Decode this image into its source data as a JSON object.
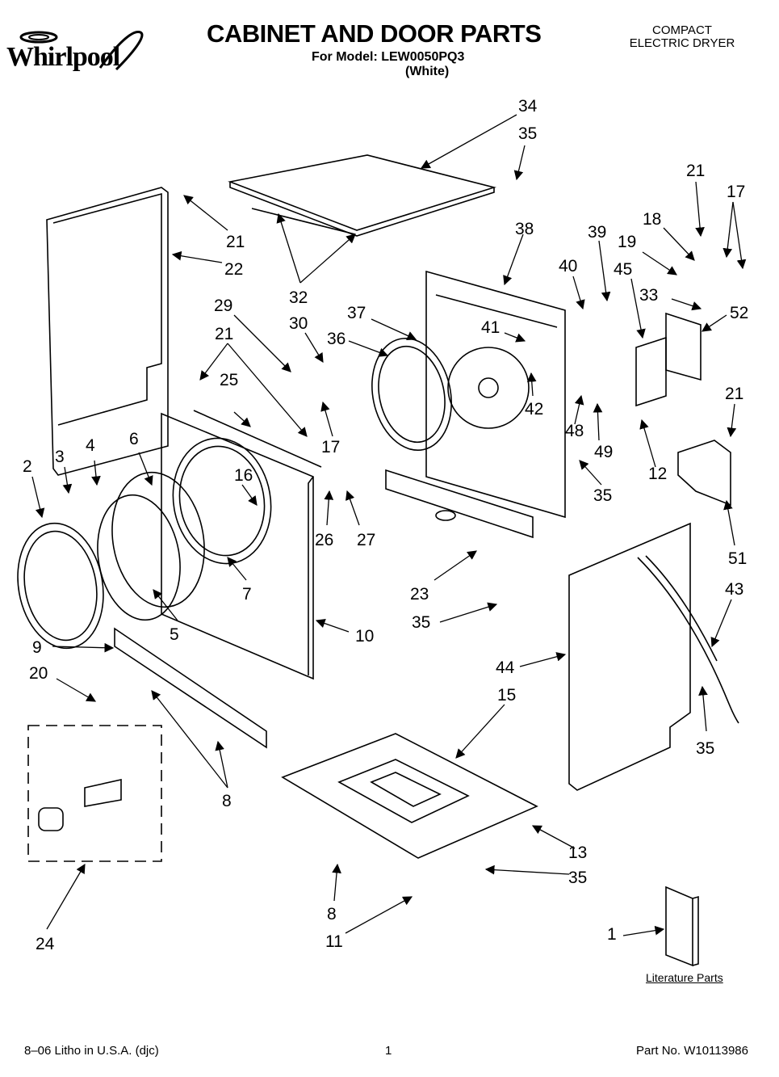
{
  "header": {
    "brand": "Whirlpool",
    "title": "CABINET AND DOOR PARTS",
    "model_line": "For Model: LEW0050PQ3",
    "color_line": "(White)",
    "product_type_line1": "COMPACT",
    "product_type_line2": "ELECTRIC DRYER"
  },
  "literature_label": "Literature Parts",
  "footer": {
    "print_info": "8–06 Litho in U.S.A. (djc)",
    "page_number": "1",
    "part_number": "Part No. W10113986"
  },
  "callouts": [
    {
      "id": "c34",
      "label": "34"
    },
    {
      "id": "c35a",
      "label": "35"
    },
    {
      "id": "c21a",
      "label": "21"
    },
    {
      "id": "c22",
      "label": "22"
    },
    {
      "id": "c21b",
      "label": "21"
    },
    {
      "id": "c32",
      "label": "32"
    },
    {
      "id": "c38",
      "label": "38"
    },
    {
      "id": "c21c",
      "label": "21"
    },
    {
      "id": "c17a",
      "label": "17"
    },
    {
      "id": "c18",
      "label": "18"
    },
    {
      "id": "c39",
      "label": "39"
    },
    {
      "id": "c19",
      "label": "19"
    },
    {
      "id": "c40",
      "label": "40"
    },
    {
      "id": "c45",
      "label": "45"
    },
    {
      "id": "c33",
      "label": "33"
    },
    {
      "id": "c52",
      "label": "52"
    },
    {
      "id": "c29",
      "label": "29"
    },
    {
      "id": "c30",
      "label": "30"
    },
    {
      "id": "c37",
      "label": "37"
    },
    {
      "id": "c41",
      "label": "41"
    },
    {
      "id": "c36",
      "label": "36"
    },
    {
      "id": "c21d",
      "label": "21"
    },
    {
      "id": "c25",
      "label": "25"
    },
    {
      "id": "c42",
      "label": "42"
    },
    {
      "id": "c21e",
      "label": "21"
    },
    {
      "id": "c17b",
      "label": "17"
    },
    {
      "id": "c48",
      "label": "48"
    },
    {
      "id": "c6",
      "label": "6"
    },
    {
      "id": "c49",
      "label": "49"
    },
    {
      "id": "c12",
      "label": "12"
    },
    {
      "id": "c2",
      "label": "2"
    },
    {
      "id": "c3",
      "label": "3"
    },
    {
      "id": "c4",
      "label": "4"
    },
    {
      "id": "c16",
      "label": "16"
    },
    {
      "id": "c35b",
      "label": "35"
    },
    {
      "id": "c26",
      "label": "26"
    },
    {
      "id": "c27",
      "label": "27"
    },
    {
      "id": "c51",
      "label": "51"
    },
    {
      "id": "c7",
      "label": "7"
    },
    {
      "id": "c23",
      "label": "23"
    },
    {
      "id": "c43",
      "label": "43"
    },
    {
      "id": "c35c",
      "label": "35"
    },
    {
      "id": "c5",
      "label": "5"
    },
    {
      "id": "c10",
      "label": "10"
    },
    {
      "id": "c9",
      "label": "9"
    },
    {
      "id": "c20",
      "label": "20"
    },
    {
      "id": "c44",
      "label": "44"
    },
    {
      "id": "c15",
      "label": "15"
    },
    {
      "id": "c35d",
      "label": "35"
    },
    {
      "id": "c8a",
      "label": "8"
    },
    {
      "id": "c13",
      "label": "13"
    },
    {
      "id": "c35e",
      "label": "35"
    },
    {
      "id": "c8b",
      "label": "8"
    },
    {
      "id": "c11",
      "label": "11"
    },
    {
      "id": "c24",
      "label": "24"
    },
    {
      "id": "c1",
      "label": "1"
    }
  ]
}
